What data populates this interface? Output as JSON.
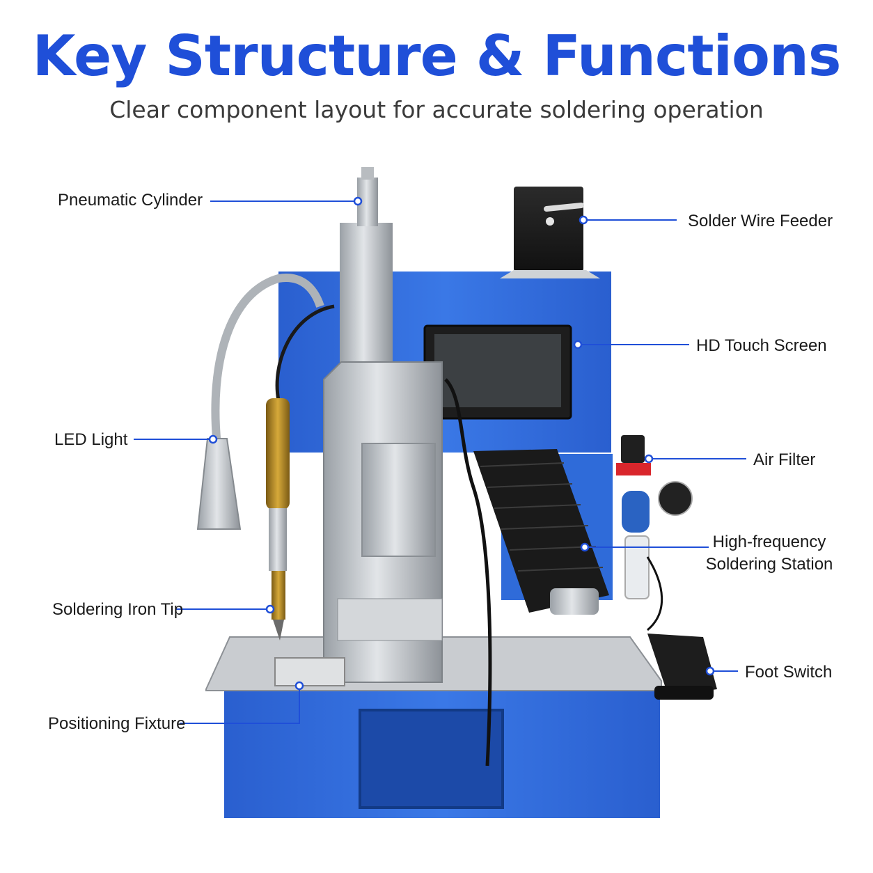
{
  "header": {
    "title": "Key Structure & Functions",
    "subtitle": "Clear component layout for accurate soldering operation"
  },
  "callouts": {
    "pneumatic_cylinder": "Pneumatic Cylinder",
    "solder_wire_feeder": "Solder Wire Feeder",
    "hd_touch_screen": "HD Touch Screen",
    "led_light": "LED Light",
    "air_filter": "Air Filter",
    "hf_station_line1": "High-frequency",
    "hf_station_line2": "Soldering Station",
    "soldering_iron_tip": "Soldering Iron Tip",
    "foot_switch": "Foot Switch",
    "positioning_fixture": "Positioning Fixture"
  },
  "colors": {
    "accent_blue": "#1f4fd8",
    "cabinet_blue": "#2f6bd9",
    "callout_line": "#1f4fd8"
  }
}
